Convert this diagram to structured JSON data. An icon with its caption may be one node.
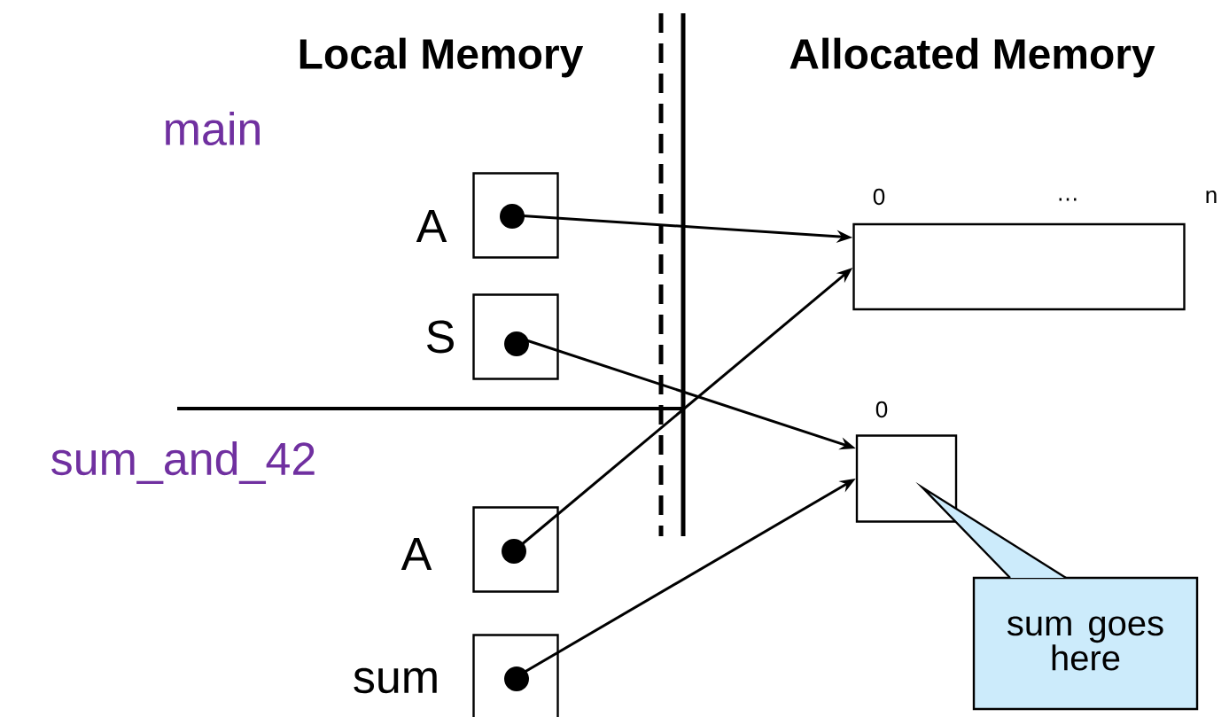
{
  "diagram": {
    "nodes": [
      {
        "text": [],
        "shape": "box",
        "beside": [
          "A"
        ]
      },
      {
        "text": [],
        "shape": "box",
        "beside": [
          "S"
        ]
      },
      {
        "text": [],
        "shape": "box",
        "beside": [
          "A"
        ]
      },
      {
        "text": [],
        "shape": "box",
        "beside": [
          "sum"
        ]
      },
      {
        "text": [],
        "shape": "box",
        "beside": [
          "0",
          "…",
          "n"
        ]
      },
      {
        "text": [],
        "shape": "box",
        "beside": [
          "0"
        ]
      },
      {
        "text": [
          "sum goes here"
        ]
      }
    ],
    "edges": [
      {
        "from": 0,
        "to": 4,
        "arrow": "to"
      },
      {
        "from": 2,
        "to": 4,
        "arrow": "to"
      },
      {
        "from": 1,
        "to": 5,
        "arrow": "to"
      },
      {
        "from": 3,
        "to": 5,
        "arrow": "to"
      }
    ],
    "labels": [
      "Local Memory",
      "Allocated Memory",
      "main",
      "sum_and_42"
    ]
  }
}
